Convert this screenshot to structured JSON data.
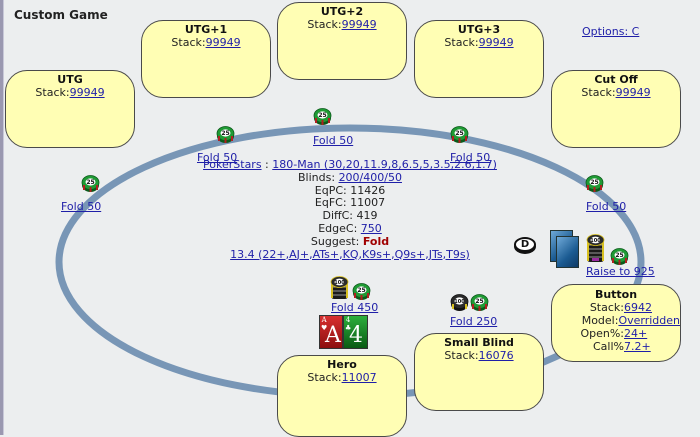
{
  "app": {
    "title": "Custom Game",
    "options_link": "Options: C"
  },
  "colors": {
    "seat_fill": "#fffeb4",
    "ring": "#7896b6",
    "link": "#1f1fa8",
    "suggest": "#a00000",
    "heart_card": "#b01a1a",
    "club_card": "#1a8a2a"
  },
  "seats": [
    {
      "id": "utg",
      "name": "UTG",
      "stack_label": "Stack:",
      "stack": "99949",
      "action": "Fold 50",
      "chip_icons": [
        "chip-25"
      ]
    },
    {
      "id": "utg1",
      "name": "UTG+1",
      "stack_label": "Stack:",
      "stack": "99949",
      "action": "Fold 50",
      "chip_icons": [
        "chip-25"
      ]
    },
    {
      "id": "utg2",
      "name": "UTG+2",
      "stack_label": "Stack:",
      "stack": "99949",
      "action": "Fold 50",
      "chip_icons": [
        "chip-25"
      ]
    },
    {
      "id": "utg3",
      "name": "UTG+3",
      "stack_label": "Stack:",
      "stack": "99949",
      "action": "Fold 50",
      "chip_icons": [
        "chip-25"
      ]
    },
    {
      "id": "cutoff",
      "name": "Cut Off",
      "stack_label": "Stack:",
      "stack": "99949",
      "action": "Fold 50",
      "chip_icons": [
        "chip-25"
      ]
    },
    {
      "id": "button",
      "name": "Button",
      "stack_label": "Stack:",
      "stack": "6942",
      "model_label": "Model:",
      "model": "Overridden",
      "open_label": "Open%:",
      "open": "24+",
      "call_label": "Call%",
      "call": "7.2+",
      "action": "Raise to 925",
      "chip_icons": [
        "chip-100",
        "chip-25"
      ],
      "dealer": "D"
    },
    {
      "id": "sb",
      "name": "Small Blind",
      "stack_label": "Stack:",
      "stack": "16076",
      "action": "Fold 250",
      "chip_icons": [
        "chip-100",
        "chip-25"
      ]
    },
    {
      "id": "hero",
      "name": "Hero",
      "stack_label": "Stack:",
      "stack": "11007",
      "action": "Fold 450",
      "chip_icons": [
        "chip-100",
        "chip-25"
      ],
      "cards": [
        {
          "rank": "A",
          "suit": "♥"
        },
        {
          "rank": "4",
          "suit": "♣"
        }
      ]
    }
  ],
  "center": {
    "site": "PokerStars",
    "sep": " : ",
    "structure": "180-Man (30,20,11.9,8,6.5,5,3.5,2.6,1.7)",
    "blinds_label": "Blinds: ",
    "blinds": "200/400/50",
    "eqpc_label": "EqPC: ",
    "eqpc": "11426",
    "eqfc_label": "EqFC: ",
    "eqfc": "11007",
    "diffc_label": "DiffC: ",
    "diffc": "419",
    "edgec_label": "EdgeC: ",
    "edgec": "750",
    "suggest_label": "Suggest: ",
    "suggest": "Fold",
    "range": "13.4 (22+,AJ+,ATs+,KQ,K9s+,Q9s+,JTs,T9s)"
  },
  "chip_labels": {
    "chip-25": "25",
    "chip-100": "100"
  }
}
